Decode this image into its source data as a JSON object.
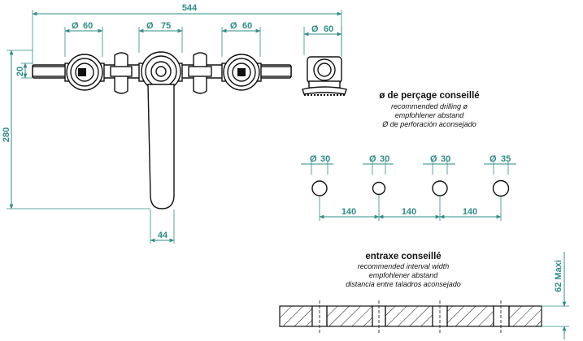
{
  "dimensions": {
    "overall_width": "544",
    "height": "280",
    "top_offset": "20",
    "spout_width": "44",
    "d_left": "60",
    "d_center": "75",
    "d_right": "60",
    "d_shower": "60",
    "drill_d1": "30",
    "drill_d2": "30",
    "drill_d3": "30",
    "drill_d4": "35",
    "spacing_1": "140",
    "spacing_2": "140",
    "spacing_3": "140",
    "max_depth": "62 Maxi"
  },
  "diameter_symbol": "Ø",
  "drilling": {
    "title": "ø de perçage conseillé",
    "line_en": "recommended drilling ø",
    "line_de": "empfohlener abstand",
    "line_es": "Ø de perforación aconsejado"
  },
  "interval": {
    "title": "entraxe conseillé",
    "line_en": "recommended interval width",
    "line_de": "empfohlener abstand",
    "line_es": "distancia entre taladros aconsejado"
  },
  "colors": {
    "dimension": "#2f8d86",
    "lines": "#111111"
  }
}
